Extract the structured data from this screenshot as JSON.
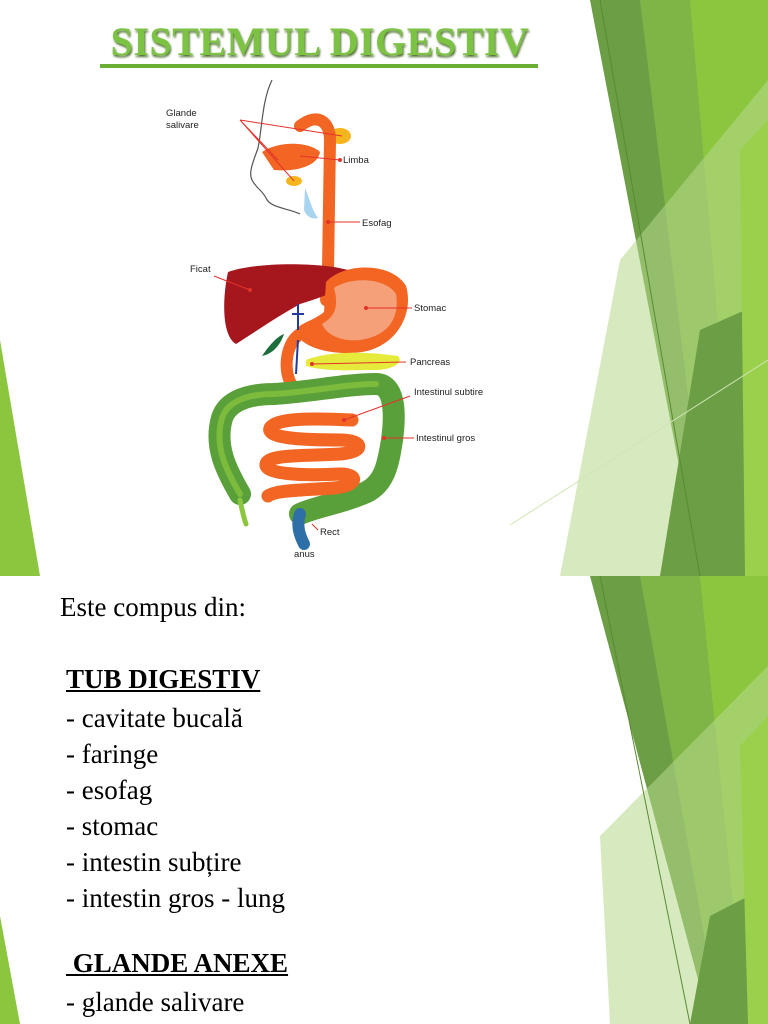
{
  "slide1": {
    "title": "SISTEMUL DIGESTIV",
    "labels": {
      "glande_line1": "Glande",
      "glande_line2": "salivare",
      "limba": "Limba",
      "esofag": "Esofag",
      "ficat": "Ficat",
      "stomac": "Stomac",
      "pancreas": "Pancreas",
      "intestinul_subtire": "Intestinul subtire",
      "intestinul_gros": "Intestinul gros",
      "rect": "Rect",
      "anus": "anus"
    }
  },
  "slide2": {
    "intro": "Este compus din:",
    "tub_heading": "TUB DIGESTIV",
    "tub_items": [
      "- cavitate bucală",
      "- faringe",
      "- esofag",
      "- stomac",
      "- intestin subțire",
      "- intestin gros - lung"
    ],
    "glande_heading": " GLANDE ANEXE",
    "glande_items": [
      "- glande salivare"
    ]
  },
  "colors": {
    "accent_green": "#7cc243",
    "dark_green": "#5c9a3a",
    "organ_orange": "#f26522",
    "liver_red": "#a5161d",
    "colon_green": "#5aa03a"
  }
}
